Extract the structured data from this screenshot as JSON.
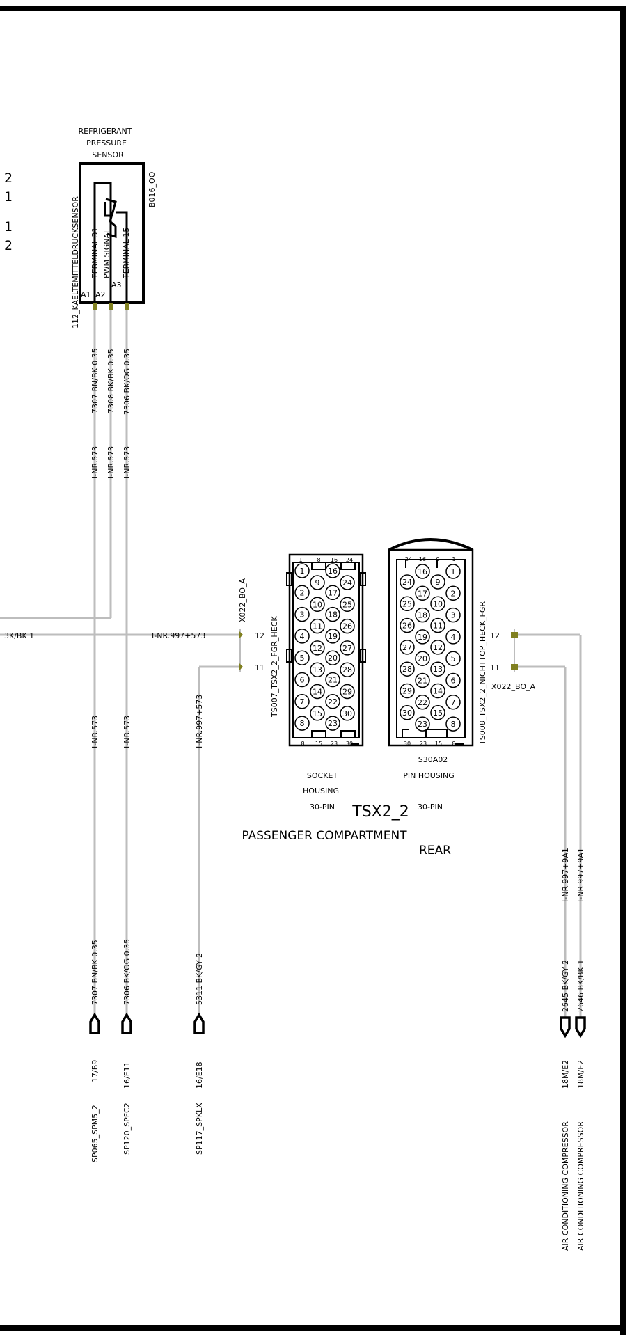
{
  "frame": {
    "border_color": "#000000",
    "wire_color": "#bdbdbd",
    "connector_pin_color": "#808020"
  },
  "left_margin_numbers": [
    "2",
    "1",
    "1",
    "2"
  ],
  "sensor": {
    "title_lines": [
      "REFRIGERANT",
      "PRESSURE",
      "SENSOR"
    ],
    "id": "B016_OO",
    "side_label": "112_KAELTEMITTELDRUCKSENSOR",
    "inner_labels": [
      "TERMINAL 31",
      "PWM  SIGNAL",
      "TERMINAL 15"
    ],
    "pin_labels": [
      "A1",
      "A2",
      "A3"
    ]
  },
  "wires": {
    "w7307_top": "7307 BN/BK 0.35",
    "w7308_top": "7308 BK/BK 0.35",
    "w7306_top": "7306 BK/OG 0.35",
    "inr573_a": "I-NR.573",
    "inr573_b": "I-NR.573",
    "inr573_c": "I-NR.573",
    "inr573_d": "I-NR.573",
    "inr573_e": "I-NR.573",
    "left_stub": "3K/BK 1",
    "inr997_a": "I-NR.997+573",
    "inr997_b": "I-NR.997+573",
    "w7307_bot": "7307 BN/BK 0.35",
    "w7306_bot": "7306 BK/OG 0.35",
    "w5311": "5311 BK/GY 2",
    "inr997_9a1_a": "I-NR.997+9A1",
    "inr997_9a1_b": "I-NR.997+9A1",
    "w2645": "2645 BK/GY 2",
    "w2646": "2646 BK/BK 1"
  },
  "left_connector": {
    "id": "X022_BO_A",
    "pin12": "12",
    "pin11": "11",
    "side_label": "TS007_TSX2_2_FGR_HECK",
    "caption": [
      "SOCKET",
      "HOUSING",
      "30-PIN"
    ],
    "top_numbers": [
      "1",
      "8",
      "16",
      "24"
    ],
    "bottom_numbers": [
      "8",
      "15",
      "23",
      "30"
    ],
    "col_a": [
      "1",
      "2",
      "3",
      "4",
      "5",
      "6",
      "7",
      "8"
    ],
    "col_b": [
      "9",
      "10",
      "11",
      "12",
      "13",
      "14",
      "15"
    ],
    "col_c": [
      "16",
      "17",
      "18",
      "19",
      "20",
      "21",
      "22",
      "23"
    ],
    "col_d": [
      "24",
      "25",
      "26",
      "27",
      "28",
      "29",
      "30"
    ]
  },
  "right_connector": {
    "id": "X022_BO_A",
    "pin12": "12",
    "pin11": "11",
    "side_label": "TS008_TSX2_2_NICHTTOP_HECK_FGR",
    "caption": [
      "S30A02",
      "PIN HOUSING",
      "30-PIN"
    ],
    "top_numbers": [
      "24",
      "16",
      "9",
      "1"
    ],
    "bottom_numbers": [
      "30",
      "23",
      "15",
      "8"
    ],
    "col_a": [
      "24",
      "25",
      "26",
      "27",
      "28",
      "29",
      "30"
    ],
    "col_b": [
      "16",
      "17",
      "18",
      "19",
      "20",
      "21",
      "22",
      "23"
    ],
    "col_c": [
      "9",
      "10",
      "11",
      "12",
      "13",
      "14",
      "15"
    ],
    "col_d": [
      "1",
      "2",
      "3",
      "4",
      "5",
      "6",
      "7",
      "8"
    ]
  },
  "center": {
    "title": "TSX2_2",
    "location": "PASSENGER COMPARTMENT",
    "sub": "REAR"
  },
  "destinations": {
    "d1_grid": "17/B9",
    "d1_name": "SP065_SPM5_2",
    "d2_grid": "16/E11",
    "d2_name": "SP120_SPFC2",
    "d3_grid": "16/E18",
    "d3_name": "SP117_SPKLX",
    "d4_grid": "18M/E2",
    "d4_name": "AIR CONDITIONING COMPRESSOR",
    "d5_grid": "18M/E2",
    "d5_name": "AIR CONDITIONING COMPRESSOR"
  }
}
